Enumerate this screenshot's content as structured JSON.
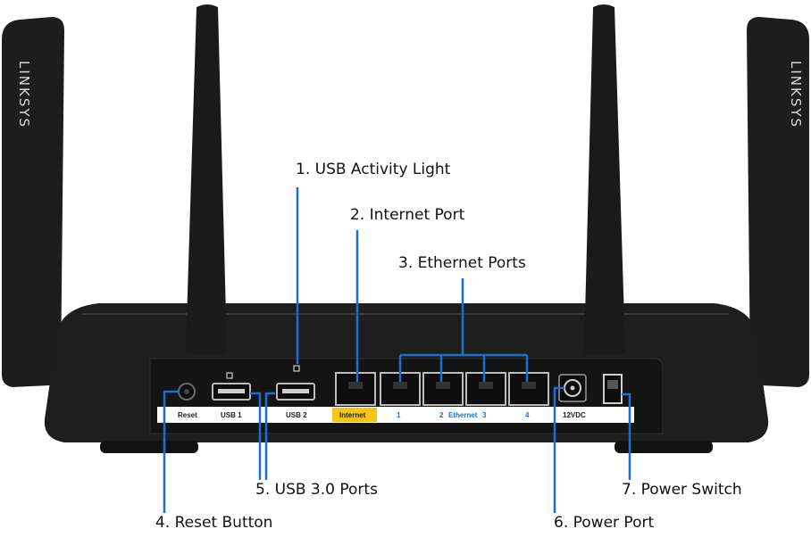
{
  "brand": "LINKSYS",
  "callouts": {
    "usb_activity_light": "1. USB Activity Light",
    "internet_port": "2. Internet Port",
    "ethernet_ports": "3. Ethernet Ports",
    "reset_button": "4. Reset Button",
    "usb_ports": "5. USB 3.0 Ports",
    "power_port": "6. Power Port",
    "power_switch": "7. Power Switch"
  },
  "port_labels": {
    "reset": "Reset",
    "usb1": "USB 1",
    "usb2": "USB 2",
    "internet": "Internet",
    "eth1": "1",
    "eth2": "2",
    "ethernet": "Ethernet",
    "eth3": "3",
    "eth4": "4",
    "power": "12VDC"
  },
  "colors": {
    "router_body": "#1c1c1c",
    "internet_highlight": "#f5c518",
    "ethernet_label": "#1b6fd1",
    "leader_line": "#1b6fd1"
  }
}
